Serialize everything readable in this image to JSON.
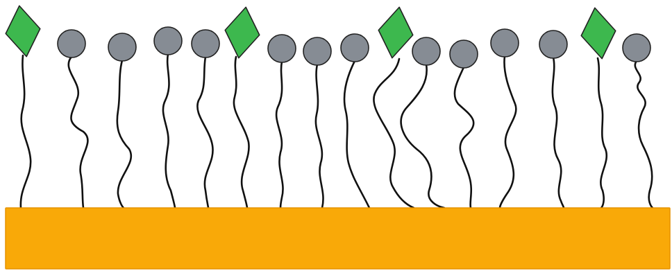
{
  "diagram": {
    "substrate_color": "#F9A908",
    "substrate_edge_color": "#E69200",
    "circle_fill": "#868C94",
    "diamond_fill": "#3DB84E",
    "chain_color": "#111111",
    "molecules": [
      {
        "head": "diamond"
      },
      {
        "head": "circle"
      },
      {
        "head": "circle"
      },
      {
        "head": "circle"
      },
      {
        "head": "circle"
      },
      {
        "head": "diamond"
      },
      {
        "head": "circle"
      },
      {
        "head": "circle"
      },
      {
        "head": "circle"
      },
      {
        "head": "diamond"
      },
      {
        "head": "circle"
      },
      {
        "head": "circle"
      },
      {
        "head": "circle"
      },
      {
        "head": "circle"
      },
      {
        "head": "diamond"
      },
      {
        "head": "circle"
      }
    ]
  }
}
